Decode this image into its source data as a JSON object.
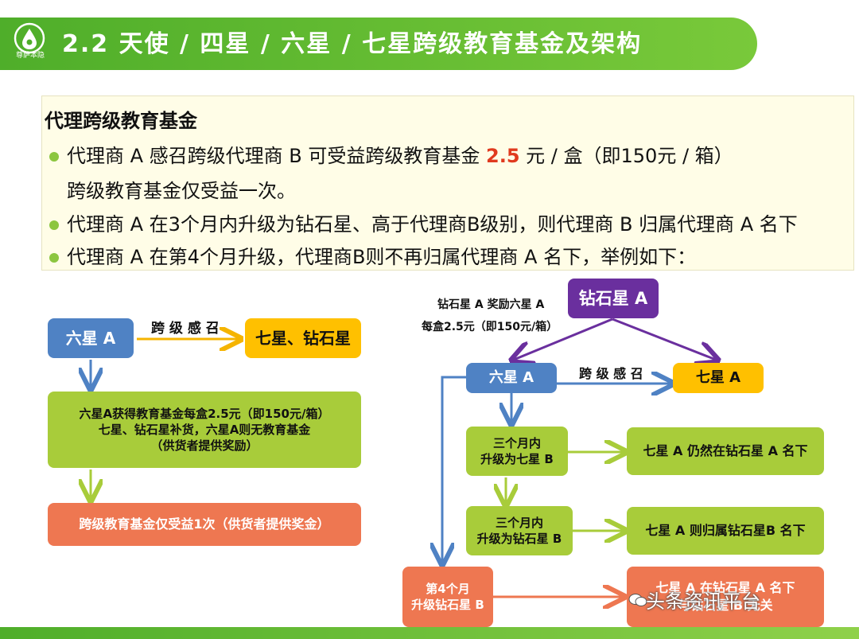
{
  "header": {
    "title": "2.2 天使 / 四星 / 六星 / 七星跨级教育基金及架构",
    "logo_text": "尊萨本隐"
  },
  "intro": {
    "heading": "代理跨级教育基金",
    "b1_pre": "代理商 A 感召跨级代理商 B 可受益跨级教育基金 ",
    "b1_red": "2.5",
    "b1_post": " 元 / 盒（即150元 / 箱）",
    "b1_cont": "跨级教育基金仅受益一次。",
    "b2": "代理商 A 在3个月内升级为钻石星、高于代理商B级别，则代理商 B 归属代理商 A 名下",
    "b3": "代理商 A 在第4个月升级，代理商B则不再归属代理商 A 名下，举例如下："
  },
  "left_diagram": {
    "six_star": "六星 A",
    "arrow_label": "跨 级 感 召",
    "target": "七星、钻石星",
    "fund_line1": "六星A获得教育基金每盒2.5元（即150元/箱）",
    "fund_line2": "七星、钻石星补货，六星A则无教育基金",
    "fund_line3": "（供货者提供奖励）",
    "once": "跨级教育基金仅受益1次（供货者提供奖金）"
  },
  "right_diagram": {
    "reward_line1": "钻石星 A 奖励六星 A",
    "reward_line2": "每盒2.5元（即150元/箱）",
    "diamond": "钻石星 A",
    "six_star": "六星 A",
    "arrow_label": "跨 级 感 召",
    "seven_star": "七星 A",
    "c1_line1": "三个月内",
    "c1_line2": "升级为七星 B",
    "r1": "七星 A 仍然在钻石星 A 名下",
    "c2_line1": "三个月内",
    "c2_line2": "升级为钻石星 B",
    "r2": "七星 A 则归属钻石星B 名下",
    "c3_line1": "第4个月",
    "c3_line2": "升级钻石星 B",
    "r3_line1": "七星 A 在钻石星 A 名下",
    "r3_line2": "与钻石星 B 无关"
  },
  "watermark": "头条资讯平台",
  "colors": {
    "green_brand": "#4fae2a",
    "blue": "#4f82c4",
    "yellow": "#ffc000",
    "lime": "#a8cc3a",
    "orange": "#ee7751",
    "purple": "#6a2f9e",
    "highlight_red": "#e03a1e"
  }
}
